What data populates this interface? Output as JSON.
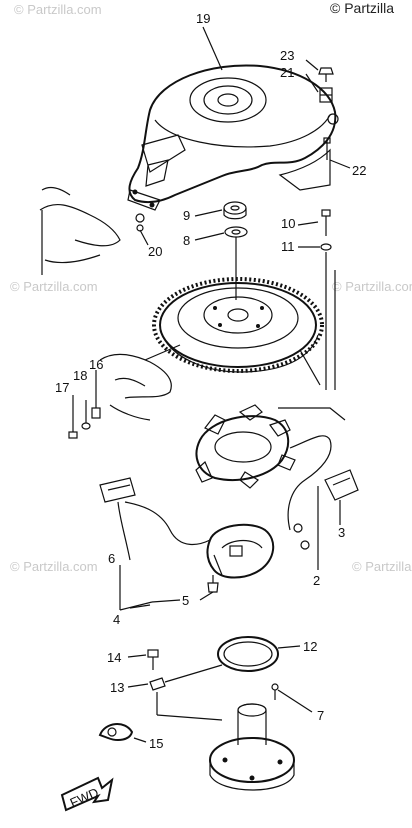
{
  "copyright": "© Partzilla",
  "watermark": "© Partzilla.com",
  "fwd_label": "FWD",
  "callouts": {
    "c19": "19",
    "c23": "23",
    "c21": "21",
    "c22": "22",
    "c20": "20",
    "c9": "9",
    "c8": "8",
    "c10": "10",
    "c11": "11",
    "c16": "16",
    "c17": "17",
    "c18": "18",
    "c6": "6",
    "c3": "3",
    "c2": "2",
    "c4": "4",
    "c5": "5",
    "c12": "12",
    "c14": "14",
    "c13": "13",
    "c7": "7",
    "c15": "15"
  },
  "colors": {
    "ink": "#111111",
    "watermark": "#c9c9c9",
    "background": "#ffffff"
  }
}
